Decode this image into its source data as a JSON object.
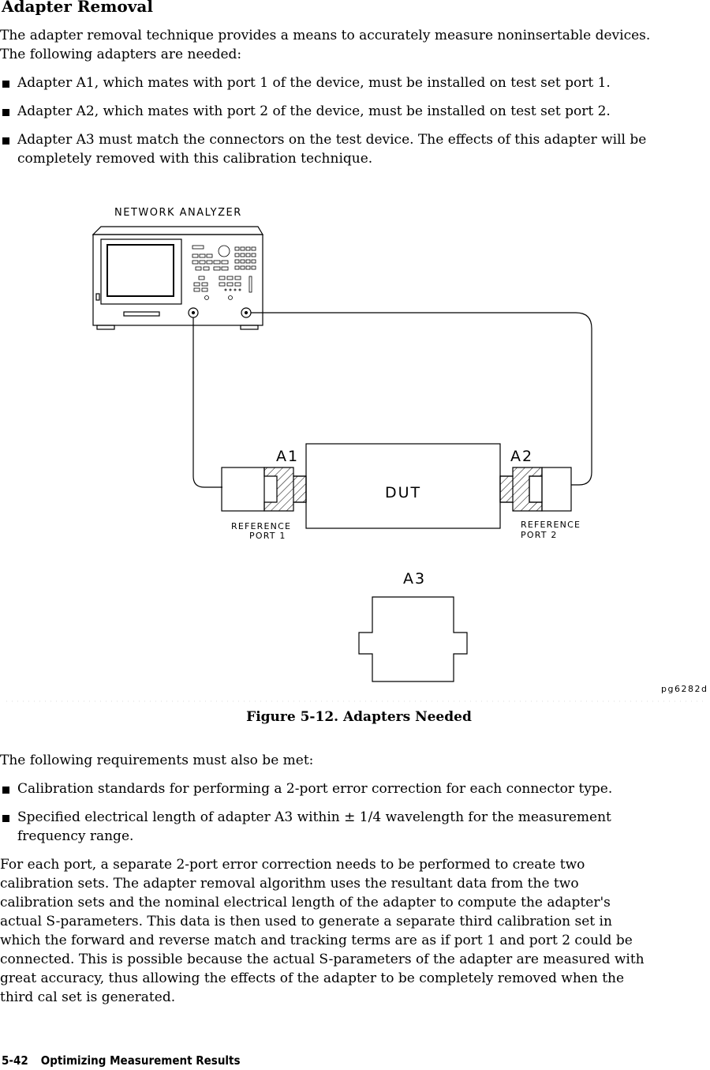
{
  "heading": "Adapter Removal",
  "intro": [
    "The adapter removal technique provides a means to accurately measure noninsertable devices.",
    "The following adapters are needed:"
  ],
  "adapter_bullets": [
    "Adapter A1, which mates with port 1 of the device, must be installed on test set port 1.",
    "Adapter A2, which mates with port 2 of the device, must be installed on test set port 2.",
    "Adapter A3 must match the connectors on the test device. The effects of this adapter will be completely removed with this calibration technique."
  ],
  "figure": {
    "labels": {
      "network_analyzer": "NETWORK ANALYZER",
      "a1": "A1",
      "a2": "A2",
      "a3": "A3",
      "dut": "DUT",
      "ref_port1_line1": "REFERENCE",
      "ref_port1_line2": "PORT 1",
      "ref_port2_line1": "REFERENCE",
      "ref_port2_line2": "PORT 2",
      "figure_code": "pg6282d"
    },
    "caption": "Figure 5-12. Adapters Needed"
  },
  "requirements_intro": "The following requirements must also be met:",
  "requirement_bullets": [
    "Calibration standards for performing a 2-port error correction for each connector type.",
    "Specified electrical length of adapter A3 within ± 1/4 wavelength for the measurement frequency range."
  ],
  "body_lines": [
    "For each port, a separate 2-port error correction needs to be performed to create two",
    "calibration sets. The adapter removal algorithm uses the resultant data from the two",
    "calibration sets and the nominal electrical length of the adapter to compute the adapter's",
    "actual S-parameters. This data is then used to generate a separate third calibration set in",
    "which the forward and reverse match and tracking terms are as if port 1 and port 2 could be",
    "connected. This is possible because the actual S-parameters of the adapter are measured with",
    "great accuracy, thus allowing the effects of the adapter to be completely removed when the",
    "third cal set is generated."
  ],
  "footer": {
    "page_number": "5-42",
    "section": "Optimizing Measurement Results"
  }
}
